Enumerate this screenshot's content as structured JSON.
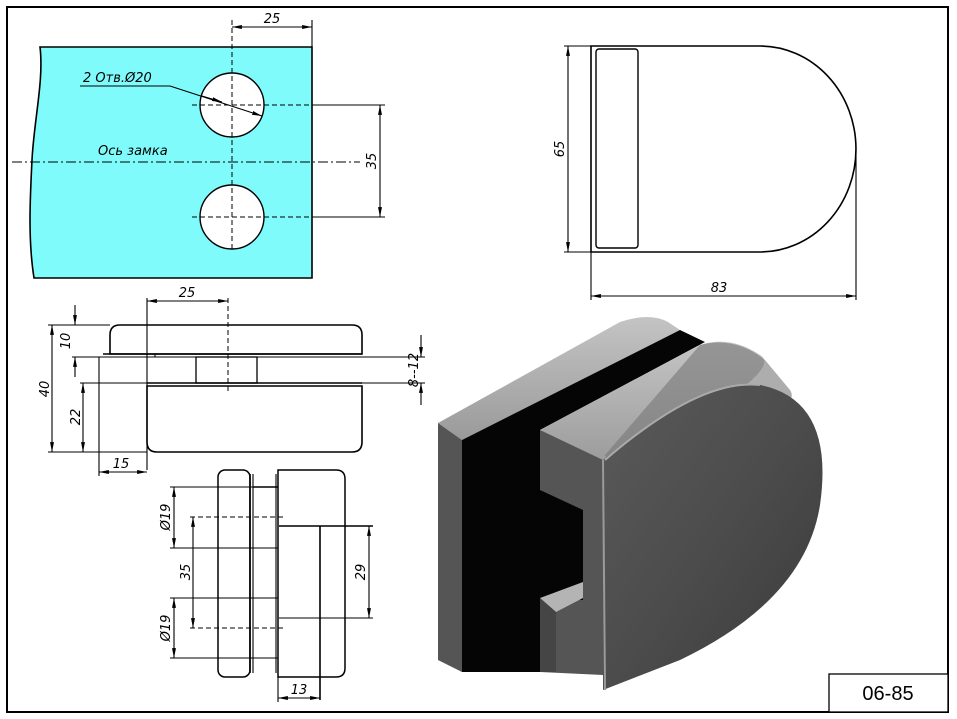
{
  "drawing": {
    "code": "06-85",
    "colors": {
      "glass": "#80fbfb",
      "line": "#000000",
      "metal_dark": "#4a4a4a",
      "metal_light": "#b4b4b4",
      "gasket": "#050505"
    }
  },
  "glass_view": {
    "hole_offset": "25",
    "hole_note": "2 Отв.Ø20",
    "axis_label": "Ось замка",
    "hole_spacing": "35"
  },
  "top_view": {
    "height": "65",
    "width": "83"
  },
  "side_view": {
    "hole_offset": "25",
    "top_plate": "10",
    "total_height": "40",
    "bottom_body": "22",
    "gap_range": "8--12",
    "edge_offset": "15"
  },
  "front_view": {
    "hole_dia_top": "Ø19",
    "hole_spacing": "35",
    "hole_dia_bottom": "Ø19",
    "slot_width": "29",
    "slot_depth": "13"
  }
}
